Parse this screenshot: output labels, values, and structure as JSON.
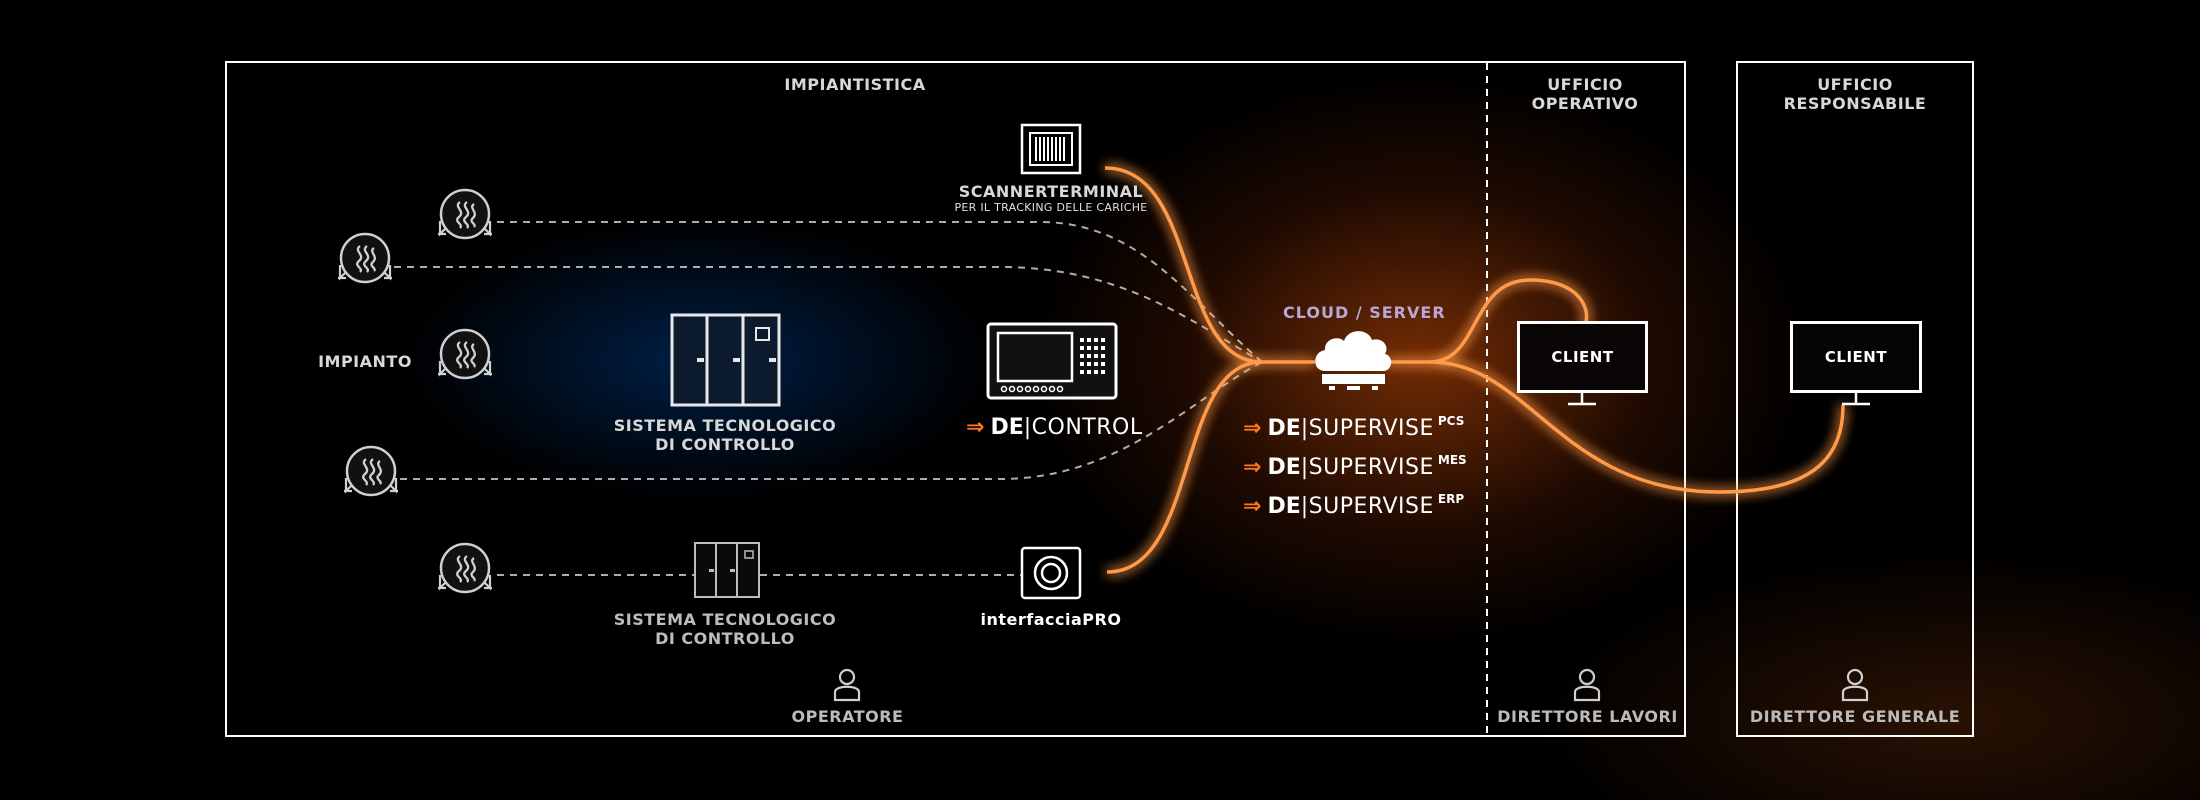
{
  "sections": {
    "impiantistica": "IMPIANTISTICA",
    "ufficio_operativo": "UFFICIO\nOPERATIVO",
    "ufficio_responsabile": "UFFICIO\nRESPONSABILE"
  },
  "labels": {
    "impianto": "IMPIANTO",
    "sistema_1": "SISTEMA TECNOLOGICO\nDI CONTROLLO",
    "sistema_2": "SISTEMA TECNOLOGICO\nDI CONTROLLO",
    "scanner_title": "SCANNERTERMINAL",
    "scanner_sub": "PER IL TRACKING DELLE CARICHE",
    "interfaccia": "interfacciaPRO",
    "cloud": "CLOUD / SERVER",
    "client_1": "CLIENT",
    "client_2": "CLIENT"
  },
  "brands": {
    "decontrol": {
      "de": "DE",
      "rest": "|CONTROL",
      "sup": ""
    },
    "pcs": {
      "de": "DE",
      "rest": "|SUPERVISE",
      "sup": "PCS"
    },
    "mes": {
      "de": "DE",
      "rest": "|SUPERVISE",
      "sup": "MES"
    },
    "erp": {
      "de": "DE",
      "rest": "|SUPERVISE",
      "sup": "ERP"
    }
  },
  "roles": {
    "operatore": "OPERATORE",
    "direttore_lavori": "DIRETTORE LAVORI",
    "direttore_generale": "DIRETTORE GENERALE"
  },
  "colors": {
    "accent_orange": "#ff7a1a",
    "accent_blue": "#1e9bff",
    "frame": "#ffffff"
  },
  "icons": {
    "furnace": "furnace-icon",
    "cabinet": "control-cabinet-icon",
    "panel": "control-panel-icon",
    "scanner": "barcode-scanner-icon",
    "interface": "interface-device-icon",
    "cloud": "cloud-server-icon",
    "monitor": "monitor-icon",
    "person": "person-icon"
  }
}
